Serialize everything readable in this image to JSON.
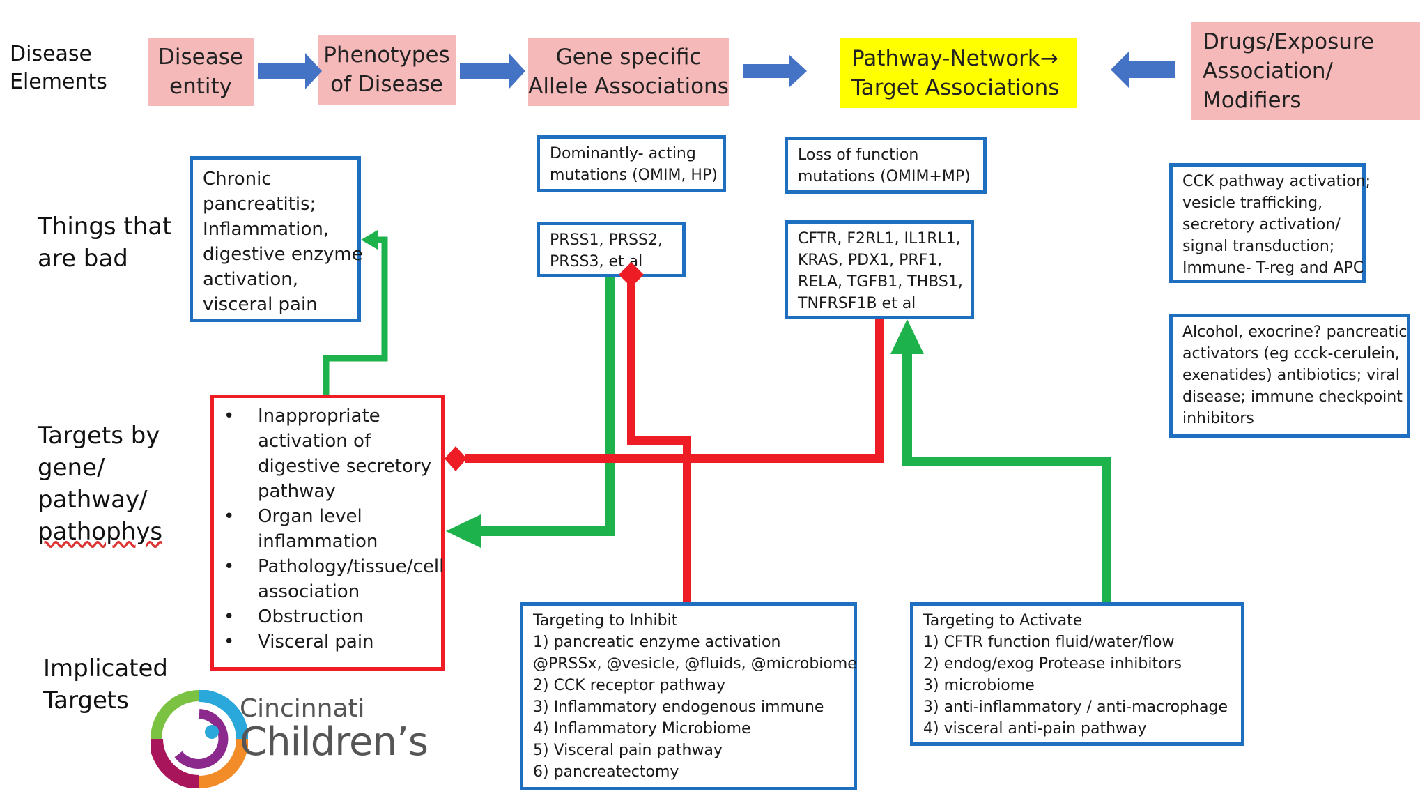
{
  "row_labels": {
    "disease_elements": [
      "Disease",
      "Elements"
    ],
    "things_bad": [
      "Things that",
      "are bad"
    ],
    "targets_by": [
      "Targets by",
      "gene/",
      "pathway/",
      "pathophys"
    ],
    "implicated": [
      "Implicated",
      "Targets"
    ]
  },
  "header_boxes": {
    "disease_entity": [
      "Disease",
      "entity"
    ],
    "phenotypes": [
      "Phenotypes",
      "of Disease"
    ],
    "gene_specific": [
      "Gene specific",
      "Allele Associations"
    ],
    "pathway_network": [
      "Pathway-Network→",
      "Target Associations"
    ],
    "drugs_exposure": [
      "Drugs/Exposure",
      "Association/",
      "Modifiers"
    ]
  },
  "chronic_box": [
    "Chronic",
    "pancreatitis;",
    "Inflammation,",
    "digestive enzyme",
    "activation,",
    "visceral pain"
  ],
  "dominant_box": [
    "Dominantly- acting",
    "mutations (OMIM, HP)"
  ],
  "prss_box": [
    "PRSS1, PRSS2,",
    "PRSS3, et al"
  ],
  "loss_box": [
    "Loss of function",
    "mutations (OMIM+MP)"
  ],
  "cftr_box": [
    "CFTR, F2RL1, IL1RL1,",
    "KRAS, PDX1, PRF1,",
    "RELA, TGFB1, THBS1,",
    "TNFRSF1B et al"
  ],
  "cck_box": [
    "CCK pathway activation;",
    "vesicle trafficking,",
    "secretory activation/",
    "signal transduction;",
    "Immune- T-reg and APC"
  ],
  "alcohol_box": [
    "Alcohol, exocrine? pancreatic",
    "activators (eg ccck-cerulein,",
    "exenatides) antibiotics; viral",
    "disease; immune checkpoint",
    "inhibitors"
  ],
  "targets_list": [
    [
      "Inappropriate",
      "activation of",
      "digestive secretory",
      "pathway"
    ],
    [
      "Organ level",
      "inflammation"
    ],
    [
      "Pathology/tissue/cell",
      "association"
    ],
    [
      "Obstruction"
    ],
    [
      "Visceral pain"
    ]
  ],
  "inhibit_box": [
    "Targeting to Inhibit",
    "1) pancreatic enzyme activation",
    "@PRSSx, @vesicle, @fluids, @microbiome",
    "2) CCK receptor pathway",
    "3) Inflammatory endogenous immune",
    "4) Inflammatory Microbiome",
    "5) Visceral pain pathway",
    "6) pancreatectomy"
  ],
  "activate_box": [
    "Targeting to Activate",
    "1)   CFTR function fluid/water/flow",
    "2)   endog/exog Protease inhibitors",
    "3)   microbiome",
    "3)   anti-inflammatory / anti-macrophage",
    "4)  visceral anti-pain pathway"
  ],
  "logo": {
    "line1": "Cincinnati",
    "line2": "Children’s"
  },
  "colors": {
    "pink": "#f6b9b9",
    "yellow": "#ffff00",
    "blue": "#1f6fc0",
    "arrow_blue": "#4472c4",
    "red": "#ee1c25",
    "green": "#1db24b"
  }
}
